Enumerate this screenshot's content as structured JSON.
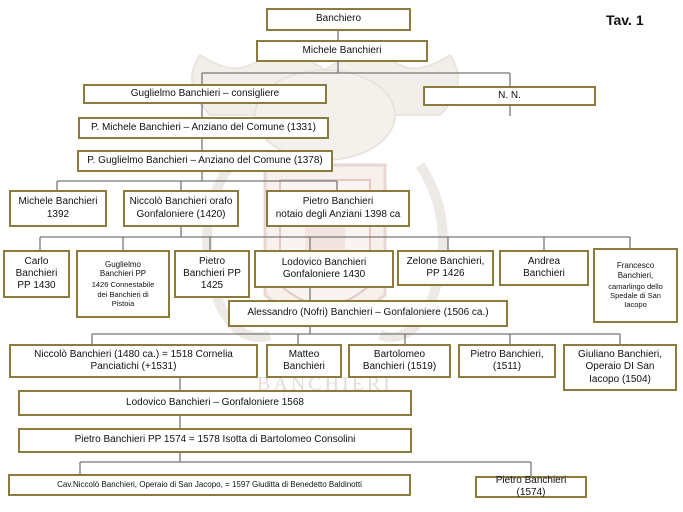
{
  "tav": "Tav. 1",
  "crest_watermark": "BANCHIERI",
  "nodes": {
    "banchiero": {
      "main": "Banchiero"
    },
    "michele": {
      "main": "Michele Banchieri"
    },
    "guglielmo_consigliere": {
      "main": "Guglielmo Banchieri – consigliere"
    },
    "nn": {
      "main": "N. N."
    },
    "p_michele": {
      "main": "P. Michele Banchieri – Anziano del Comune (1331)"
    },
    "p_guglielmo": {
      "main": "P. Guglielmo Banchieri – Anziano del Comune (1378)"
    },
    "michele_1392": {
      "main": "Michele Banchieri\n1392"
    },
    "niccolo_orafo": {
      "main": "Niccolò Banchieri orafo\nGonfaloniere (1420)"
    },
    "pietro_notaio": {
      "main": "Pietro Banchieri\nnotaio degli Anziani 1398 ca"
    },
    "carlo": {
      "main": "Carlo\nBanchieri\nPP 1430"
    },
    "guglielmo_pp": {
      "main": "Guglielmo\nBanchieri PP",
      "sub": "1426 Connestabile\ndei Banchieri di\nPistoia"
    },
    "pietro_pp": {
      "main": "Pietro\nBanchieri PP\n1425"
    },
    "lodovico_1430": {
      "main": "Lodovico Banchieri\nGonfaloniere 1430"
    },
    "zelone": {
      "main": "Zelone Banchieri,\nPP 1426"
    },
    "andrea": {
      "main": "Andrea\nBanchieri"
    },
    "francesco": {
      "main": "Francesco\nBanchieri,",
      "sub": "camarlingo dello\nSpedale di San\nIacopo"
    },
    "alessandro": {
      "main": "Alessandro (Nofri) Banchieri – Gonfaloniere (1506 ca.)"
    },
    "niccolo_1480": {
      "main": "Niccolò Banchieri  (1480  ca.) = 1518 Cornelia\nPanciatichi (+1531)"
    },
    "matteo": {
      "main": "Matteo\nBanchieri"
    },
    "bartolomeo": {
      "main": "Bartolomeo\nBanchieri (1519)"
    },
    "pietro_1511": {
      "main": "Pietro Banchieri,\n(1511)"
    },
    "giuliano": {
      "main": "Giuliano Banchieri,\nOperaio DI San\nIacopo (1504)"
    },
    "lodovico_1568": {
      "main": "Lodovico Banchieri – Gonfaloniere 1568"
    },
    "pietro_1574": {
      "main": "Pietro Banchieri PP 1574 = 1578 Isotta di Bartolomeo Consolini"
    },
    "cav_niccolo": {
      "main": "Cav.Niccolò Banchieri, Operaio di San Jacopo, = 1597 Giuditta di Benedetto Baldinotti"
    },
    "pietro_1574b": {
      "main": "Pietro  Banchieri (1574)"
    }
  }
}
